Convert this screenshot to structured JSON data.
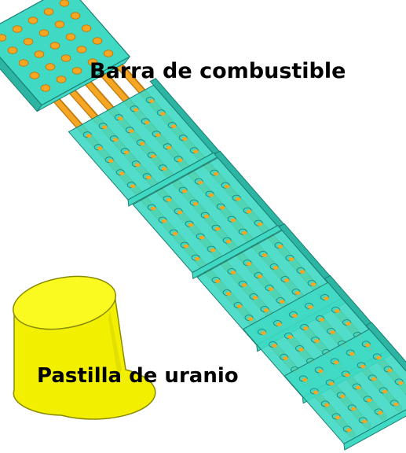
{
  "labels": {
    "fuel_rod": "Barra de combustible",
    "pellet": "Pastilla de uranio"
  },
  "colors": {
    "rod_fill": "#F5A623",
    "rod_edge": "#C27A10",
    "spacer_fill": "#3FD9C4",
    "spacer_dark": "#2BB5A2",
    "spacer_edge": "#1C7F73",
    "pellet_fill": "#F2F000",
    "pellet_top": "#FAFA20",
    "pellet_edge": "#8A8A00"
  },
  "icons": {
    "top_plate": "square-end-plate-with-holes",
    "spacers": "spacer-grid",
    "pellet": "cylinder"
  },
  "diagram": {
    "rod_grid": "5x5",
    "spacer_grid_count": 5
  }
}
